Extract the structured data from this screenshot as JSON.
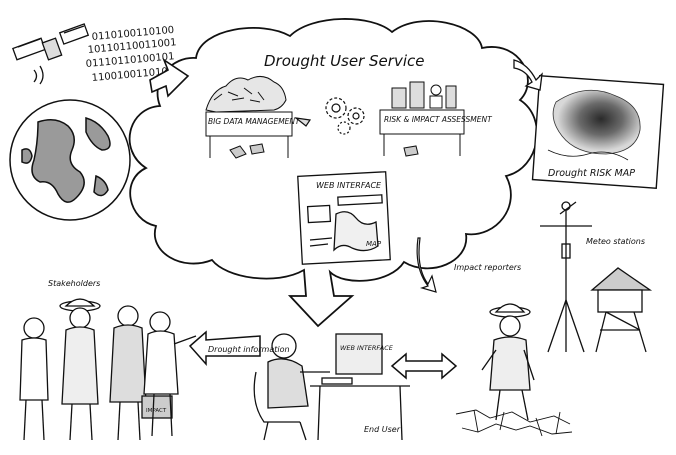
{
  "title": "Drought User Service",
  "cloud": {
    "big_data_label": "BIG DATA MANAGEMENT",
    "risk_label": "RISK & IMPACT ASSESSMENT",
    "web_interface": {
      "title": "WEB INTERFACE",
      "map_label": "MAP"
    }
  },
  "satellite_data": {
    "binary_rows": [
      "0110100110100",
      "10110110011001",
      "01110110100101",
      "1100100110100"
    ]
  },
  "risk_map": {
    "label": "Drought RISK MAP"
  },
  "meteo": {
    "label": "Meteo stations"
  },
  "impact_reporters": {
    "label": "Impact reporters"
  },
  "stakeholders": {
    "label": "Stakeholders",
    "briefcase_text": "IMPACT"
  },
  "drought_information": {
    "label": "Drought information"
  },
  "end_user": {
    "label": "End User",
    "screen_text": "WEB INTERFACE"
  },
  "colors": {
    "ink": "#111111",
    "paper": "#ffffff",
    "shade": "#9a9a9a",
    "risk_dark": "#3a3a3a"
  },
  "icons": [
    "satellite-icon",
    "globe-icon",
    "gears-icon",
    "windmast-icon",
    "watchtower-icon",
    "double-arrow-icon"
  ]
}
